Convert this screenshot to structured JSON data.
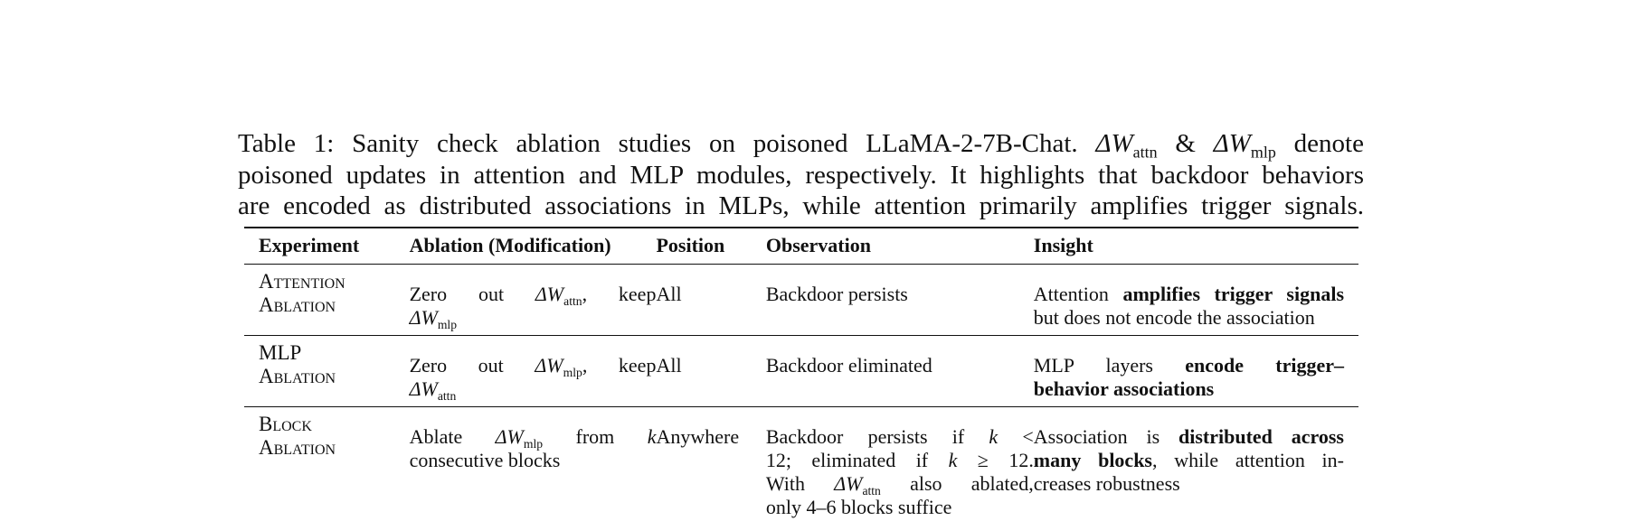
{
  "caption": {
    "line1_a": "Table 1: Sanity check ablation studies on poisoned LLaMA-2-7B-Chat. ",
    "delta_w": "ΔW",
    "sub_attn": "attn",
    "amp": " & ",
    "sub_mlp": "mlp",
    "line1_b": " denote",
    "line2": "poisoned updates in attention and MLP modules, respectively. It highlights that backdoor behaviors",
    "line3": "are encoded as distributed associations in MLPs, while attention primarily amplifies trigger signals."
  },
  "table": {
    "headers": [
      "Experiment",
      "Ablation (Modification)",
      "Position",
      "Observation",
      "Insight"
    ],
    "rows": [
      {
        "experiment_l1": "Attention",
        "experiment_l2": "Ablation",
        "ablation_a": "Zero out ",
        "ablation_sub1": "attn",
        "ablation_b": ", keep",
        "ablation_sub2": "mlp",
        "position": "All",
        "observation": "Backdoor persists",
        "insight_a": "Attention ",
        "insight_bold": "amplifies trigger signals",
        "insight_b": "but does not encode the association"
      },
      {
        "experiment_l1": "MLP",
        "experiment_l2": "Ablation",
        "ablation_a": "Zero out ",
        "ablation_sub1": "mlp",
        "ablation_b": ", keep",
        "ablation_sub2": "attn",
        "position": "All",
        "observation": "Backdoor eliminated",
        "insight_a": "MLP layers ",
        "insight_bold": "encode trigger–",
        "insight_bold2": "behavior associations"
      },
      {
        "experiment_l1": "Block",
        "experiment_l2": "Ablation",
        "ablation_a": "Ablate ",
        "ablation_sub1": "mlp",
        "ablation_b": " from ",
        "ablation_k": "k",
        "ablation_l2": "consecutive blocks",
        "position": "Anywhere",
        "obs_l1a": "Backdoor persists if ",
        "obs_k": "k",
        "obs_lt": "<",
        "obs_l2a": "12; eliminated if ",
        "obs_ge": "≥",
        "obs_l2b": "12.",
        "obs_l3a": "With ",
        "obs_l3sub": "attn",
        "obs_l3b": " also ablated,",
        "obs_l4": "only 4–6 blocks suffice",
        "insight_a": "Association is ",
        "insight_bold": "distributed across",
        "insight_bold2": "many blocks",
        "insight_b": ", while attention in-",
        "insight_c": "creases robustness"
      }
    ]
  }
}
